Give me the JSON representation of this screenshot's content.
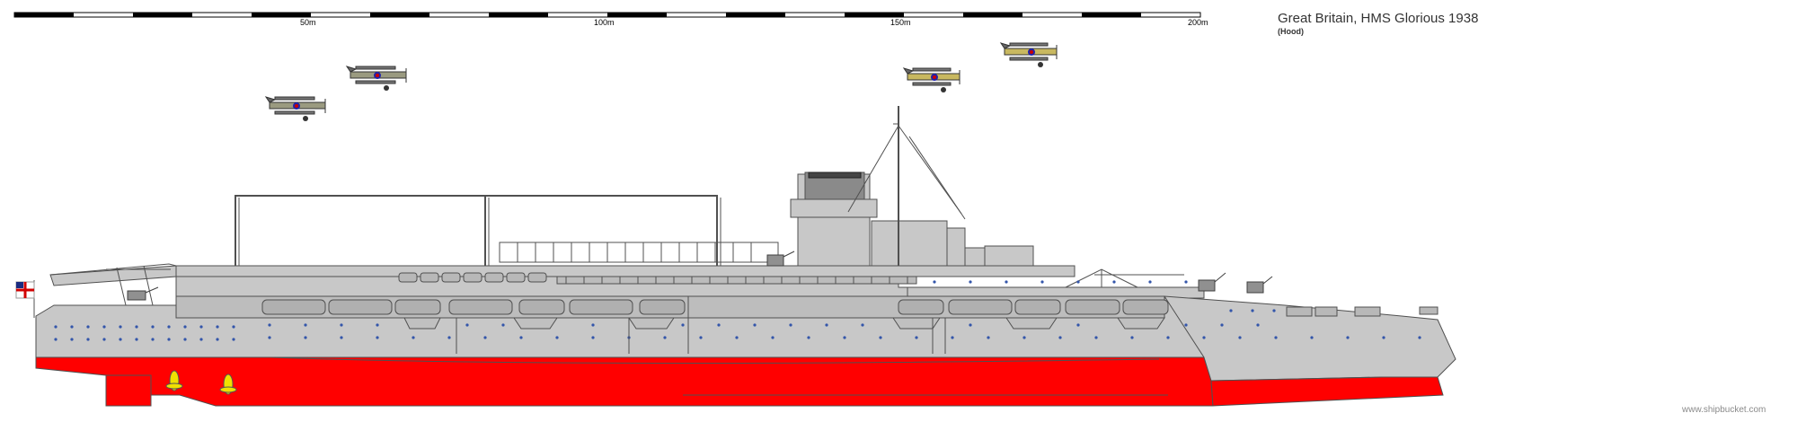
{
  "scale": {
    "labels": [
      "50m",
      "100m",
      "150m",
      "200m"
    ]
  },
  "title": "Great Britain, HMS Glorious 1938",
  "subtitle": "(Hood)",
  "watermark": "www.shipbucket.com",
  "colors": {
    "hull": "#c8c8c8",
    "hull_outline": "#505050",
    "underwater": "#ff0000",
    "propeller": "#f0e000",
    "portholes": "#3355aa",
    "flag_red": "#d00000"
  },
  "icons": {
    "ship": "aircraft-carrier-profile",
    "aircraft": "biplane-icon"
  }
}
